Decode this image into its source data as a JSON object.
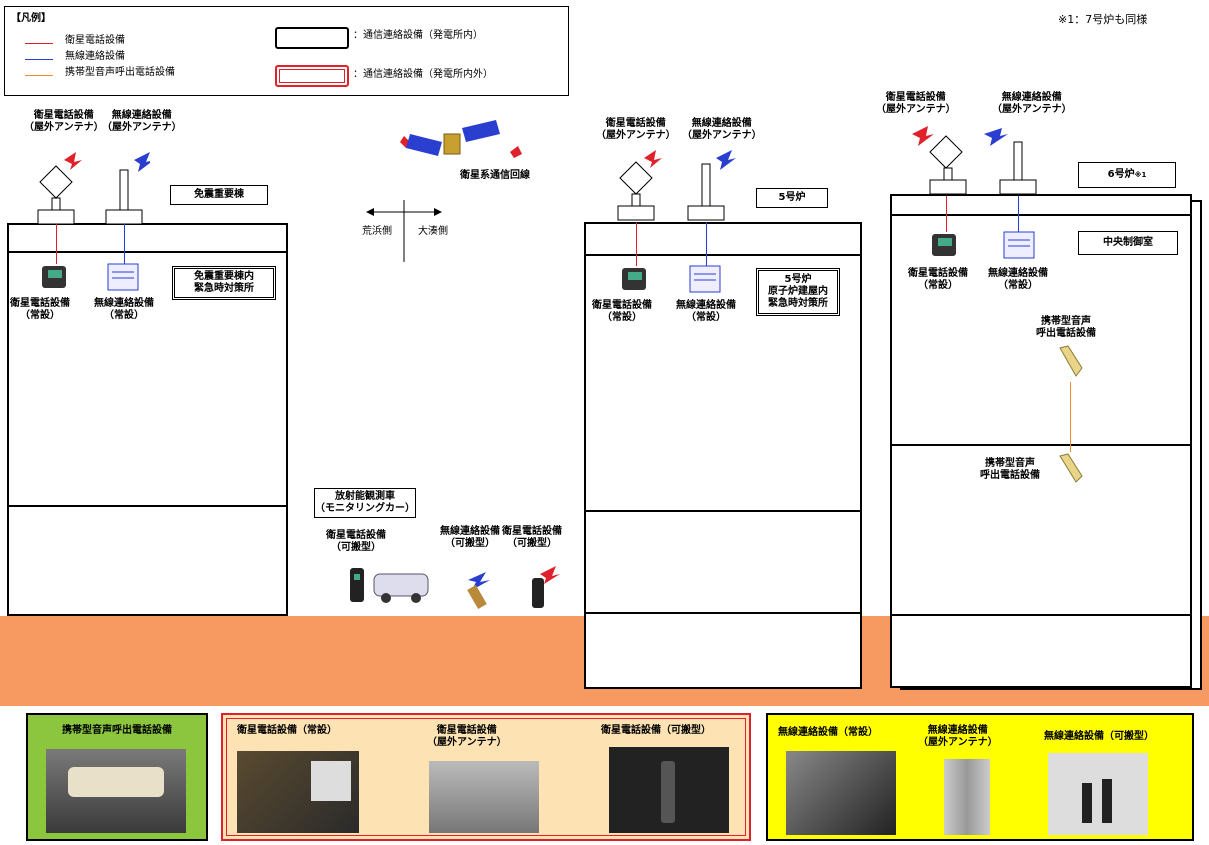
{
  "legend": {
    "title": "【凡例】",
    "items": [
      {
        "label": "衛星電話設備",
        "color": "#e0202a"
      },
      {
        "label": "無線連絡設備",
        "color": "#2a3fd0"
      },
      {
        "label": "携帯型音声呼出電話設備",
        "color": "#f08a2a"
      }
    ],
    "box_inside_label": "：通信連絡設備（発電所内）",
    "box_outside_label": "：通信連絡設備（発電所内外）"
  },
  "note_top_right": "※1：7号炉も同様",
  "satellite_label": "衛星系通信回線",
  "direction": {
    "left": "荒浜側",
    "right": "大湊側"
  },
  "buildings": {
    "left": {
      "name": "免震重要棟",
      "room": "免震重要棟内\n緊急時対策所",
      "antenna_sat": "衛星電話設備\n（屋外アンテナ）",
      "antenna_radio": "無線連絡設備\n（屋外アンテナ）",
      "sat_phone": "衛星電話設備\n（常設）",
      "radio": "無線連絡設備\n（常設）"
    },
    "middle": {
      "name": "5号炉",
      "room": "5号炉\n原子炉建屋内\n緊急時対策所",
      "antenna_sat": "衛星電話設備\n（屋外アンテナ）",
      "antenna_radio": "無線連絡設備\n（屋外アンテナ）",
      "sat_phone": "衛星電話設備\n（常設）",
      "radio": "無線連絡設備\n（常設）"
    },
    "right": {
      "name": "6号炉",
      "name_note": "※1",
      "room": "中央制御室",
      "antenna_sat": "衛星電話設備\n（屋外アンテナ）",
      "antenna_radio": "無線連絡設備\n（屋外アンテナ）",
      "sat_phone": "衛星電話設備\n（常設）",
      "radio": "無線連絡設備\n（常設）",
      "portable_upper": "携帯型音声\n呼出電話設備",
      "portable_lower": "携帯型音声\n呼出電話設備"
    }
  },
  "monitoring_car": {
    "label": "放射能観測車\n（モニタリングカー）",
    "sat_portable_1": "衛星電話設備\n（可搬型）",
    "radio_portable": "無線連絡設備\n（可搬型）",
    "sat_portable_2": "衛星電話設備\n（可搬型）"
  },
  "bottom_panels": {
    "green": {
      "title": "携帯型音声呼出電話設備",
      "bg": "#8cc63f"
    },
    "pink": {
      "bg": "#fde3b3",
      "border": "#e0202a",
      "items": [
        "衛星電話設備（常設）",
        "衛星電話設備\n（屋外アンテナ）",
        "衛星電話設備（可搬型）"
      ]
    },
    "yellow": {
      "bg": "#ffff00",
      "items": [
        "無線連絡設備（常設）",
        "無線連絡設備\n（屋外アンテナ）",
        "無線連絡設備（可搬型）"
      ]
    }
  },
  "colors": {
    "ground": "#f79a62",
    "red": "#e0202a",
    "blue": "#2a3fd0",
    "orange": "#f08a2a"
  }
}
